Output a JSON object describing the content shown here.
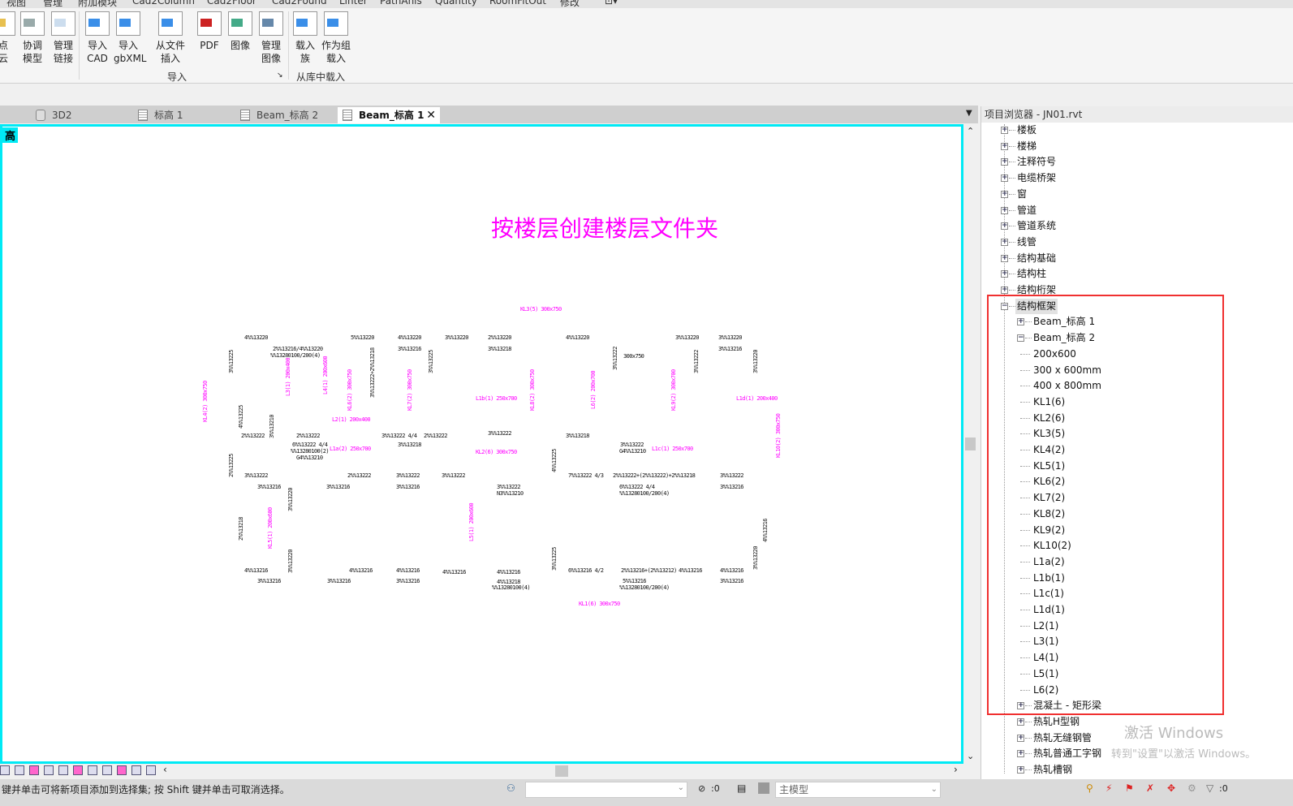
{
  "menu": [
    "视图",
    "管理",
    "附加模块",
    "Cad2Column",
    "Cad2Floor",
    "Cad2Found",
    "Linter",
    "PathAnls",
    "Quantity",
    "RoomFitOut",
    "修改"
  ],
  "ribbon": {
    "buttons": [
      {
        "l1": "点",
        "l2": "云",
        "icon": "point-cloud-icon"
      },
      {
        "l1": "协调",
        "l2": "模型",
        "icon": "coordination-model-icon"
      },
      {
        "l1": "管理",
        "l2": "链接",
        "icon": "manage-links-icon"
      },
      {
        "l1": "导入",
        "l2": "CAD",
        "icon": "import-cad-icon"
      },
      {
        "l1": "导入",
        "l2": "gbXML",
        "icon": "import-gbxml-icon"
      },
      {
        "l1": "从文件",
        "l2": "插入",
        "icon": "insert-from-file-icon"
      },
      {
        "l1": "PDF",
        "l2": "",
        "icon": "pdf-icon"
      },
      {
        "l1": "图像",
        "l2": "",
        "icon": "image-icon"
      },
      {
        "l1": "管理",
        "l2": "图像",
        "icon": "manage-images-icon"
      },
      {
        "l1": "载入",
        "l2": "族",
        "icon": "load-family-icon"
      },
      {
        "l1": "作为组",
        "l2": "载入",
        "icon": "load-as-group-icon"
      }
    ],
    "groups": {
      "import": "导入",
      "library": "从库中载入"
    }
  },
  "tabs": [
    {
      "label": "3D2"
    },
    {
      "label": "标高 1"
    },
    {
      "label": "Beam_标高 2"
    },
    {
      "label": "Beam_标高 1",
      "active": true
    }
  ],
  "view": {
    "corner_label": "高",
    "title": "按楼层创建楼层文件夹",
    "labels": [
      "KL3(5) 300x750",
      "L2(1) 200x400",
      "L1a(2) 250x700",
      "L1b(1) 250x700",
      "KL2(6) 300x750",
      "L1c(1) 250x700",
      "L1d(1) 200x400",
      "KL1(6) 300x750",
      "KL4(2) 300x750",
      "L3(1) 200x400",
      "L4(1) 200x600",
      "KL6(2) 300x750",
      "KL7(2) 300x750",
      "KL8(2) 300x750",
      "L6(2) 200x700",
      "KL9(2) 300x700",
      "KL10(2) 300x750",
      "KL5(1) 200x600",
      "L5(1) 200x600",
      "4%%13220",
      "5%%13220",
      "4%%13220",
      "3%%13220",
      "2%%13220",
      "4%%13220",
      "3%%13220",
      "3%%13220",
      "2%%13216/4%%13220",
      "%%13280100/200(4)",
      "3%%13216",
      "3%%13218",
      "300x750",
      "3%%13216",
      "2%%13222",
      "2%%13222",
      "3%%13222 4/4",
      "2%%13222",
      "3%%13222",
      "3%%13218",
      "3%%13222",
      "6%%13222 4/4",
      "%%13280100(2)",
      "G4%%13210",
      "3%%13218",
      "G4%%13210",
      "3%%13222",
      "2%%13222",
      "3%%13222",
      "3%%13222",
      "7%%13222 4/3",
      "2%%13222+(2%%13222)+2%%13218",
      "3%%13222",
      "3%%13216",
      "3%%13216",
      "3%%13216",
      "3%%13222",
      "N3%%13210",
      "6%%13222 4/4",
      "%%13280100/200(4)",
      "3%%13216",
      "4%%13216",
      "4%%13216",
      "4%%13216",
      "4%%13216",
      "4%%13216",
      "6%%13216 4/2",
      "2%%13216+(2%%13212)",
      "4%%13216",
      "4%%13216",
      "3%%13216",
      "3%%13216",
      "3%%13216",
      "4%%13218",
      "%%13280100(4)",
      "5%%13216",
      "%%13280100/200(4)",
      "3%%13216",
      "3%%13225",
      "4%%13225",
      "3%%13210",
      "3%%13222+2%%13218",
      "3%%13225",
      "3%%13222",
      "3%%13222",
      "3%%13220",
      "2%%13225",
      "2%%13218",
      "3%%13220",
      "3%%13220",
      "4%%13225",
      "3%%13225",
      "4%%13216",
      "3%%13220"
    ]
  },
  "browser": {
    "title": "项目浏览器 - JN01.rvt",
    "items": [
      {
        "label": "楼板",
        "level": 1,
        "state": "collapsed"
      },
      {
        "label": "楼梯",
        "level": 1,
        "state": "collapsed"
      },
      {
        "label": "注释符号",
        "level": 1,
        "state": "collapsed"
      },
      {
        "label": "电缆桥架",
        "level": 1,
        "state": "collapsed"
      },
      {
        "label": "窗",
        "level": 1,
        "state": "collapsed"
      },
      {
        "label": "管道",
        "level": 1,
        "state": "collapsed"
      },
      {
        "label": "管道系统",
        "level": 1,
        "state": "collapsed"
      },
      {
        "label": "线管",
        "level": 1,
        "state": "collapsed"
      },
      {
        "label": "结构基础",
        "level": 1,
        "state": "collapsed"
      },
      {
        "label": "结构柱",
        "level": 1,
        "state": "collapsed"
      },
      {
        "label": "结构桁架",
        "level": 1,
        "state": "collapsed"
      },
      {
        "label": "结构框架",
        "level": 1,
        "state": "expanded",
        "selected": true
      },
      {
        "label": "Beam_标高 1",
        "level": 2,
        "state": "collapsed"
      },
      {
        "label": "Beam_标高 2",
        "level": 2,
        "state": "expanded"
      },
      {
        "label": "200x600",
        "level": 3
      },
      {
        "label": "300 x 600mm",
        "level": 3
      },
      {
        "label": "400 x 800mm",
        "level": 3
      },
      {
        "label": "KL1(6)",
        "level": 3
      },
      {
        "label": "KL2(6)",
        "level": 3
      },
      {
        "label": "KL3(5)",
        "level": 3
      },
      {
        "label": "KL4(2)",
        "level": 3
      },
      {
        "label": "KL5(1)",
        "level": 3
      },
      {
        "label": "KL6(2)",
        "level": 3
      },
      {
        "label": "KL7(2)",
        "level": 3
      },
      {
        "label": "KL8(2)",
        "level": 3
      },
      {
        "label": "KL9(2)",
        "level": 3
      },
      {
        "label": "KL10(2)",
        "level": 3
      },
      {
        "label": "L1a(2)",
        "level": 3
      },
      {
        "label": "L1b(1)",
        "level": 3
      },
      {
        "label": "L1c(1)",
        "level": 3
      },
      {
        "label": "L1d(1)",
        "level": 3
      },
      {
        "label": "L2(1)",
        "level": 3
      },
      {
        "label": "L3(1)",
        "level": 3
      },
      {
        "label": "L4(1)",
        "level": 3
      },
      {
        "label": "L5(1)",
        "level": 3
      },
      {
        "label": "L6(2)",
        "level": 3
      },
      {
        "label": "混凝土 - 矩形梁",
        "level": 2,
        "state": "collapsed"
      },
      {
        "label": "热轧H型钢",
        "level": 2,
        "state": "collapsed"
      },
      {
        "label": "热轧无缝钢管",
        "level": 2,
        "state": "collapsed"
      },
      {
        "label": "热轧普通工字钢",
        "level": 2,
        "state": "collapsed"
      },
      {
        "label": "热轧槽钢",
        "level": 2,
        "state": "collapsed"
      }
    ]
  },
  "watermark": {
    "line1": "激活 Windows",
    "line2": "转到\"设置\"以激活 Windows。"
  },
  "status": {
    "hint": "键并单击可将新项目添加到选择集; 按 Shift 键并单击可取消选择。",
    "filter_count": ":0",
    "model": "主模型",
    "filter_right": ":0"
  },
  "colors": {
    "accent_view_border": "#00eaf5",
    "annotation": "#ff00ff",
    "highlight_box": "#f03030"
  }
}
